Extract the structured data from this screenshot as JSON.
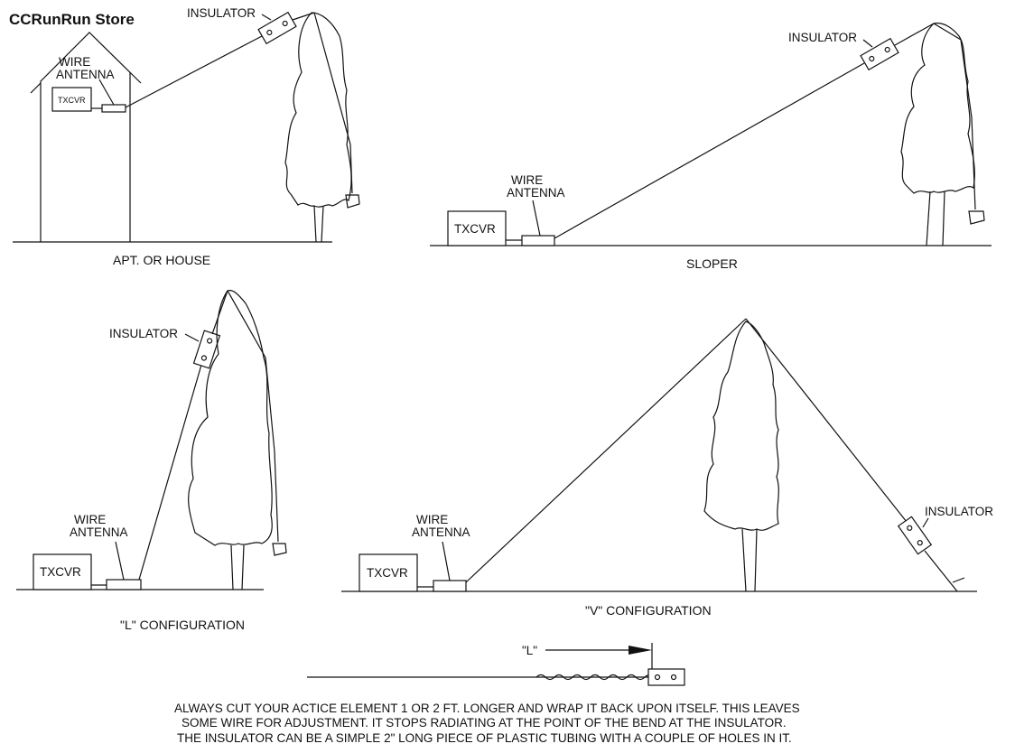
{
  "store": "CCRunRun Store",
  "panels": {
    "house": {
      "insulator": "INSULATOR",
      "wire1": "WIRE",
      "wire2": "ANTENNA",
      "txcvr": "TXCVR",
      "caption": "APT. OR HOUSE"
    },
    "sloper": {
      "insulator": "INSULATOR",
      "wire1": "WIRE",
      "wire2": "ANTENNA",
      "txcvr": "TXCVR",
      "caption": "SLOPER"
    },
    "l_config": {
      "insulator": "INSULATOR",
      "wire1": "WIRE",
      "wire2": "ANTENNA",
      "txcvr": "TXCVR",
      "caption": "\"L\" CONFIGURATION"
    },
    "v_config": {
      "insulator": "INSULATOR",
      "wire1": "WIRE",
      "wire2": "ANTENNA",
      "txcvr": "TXCVR",
      "caption": "\"V\" CONFIGURATION"
    }
  },
  "length_label": "\"L\"",
  "notes": [
    "ALWAYS CUT YOUR ACTICE ELEMENT 1 OR 2 FT. LONGER AND WRAP IT BACK UPON ITSELF. THIS LEAVES",
    "SOME WIRE FOR ADJUSTMENT. IT STOPS RADIATING AT THE POINT OF THE BEND AT THE INSULATOR.",
    "THE INSULATOR CAN BE A SIMPLE 2\" LONG  PIECE OF PLASTIC TUBING WITH A COUPLE OF HOLES IN IT."
  ]
}
